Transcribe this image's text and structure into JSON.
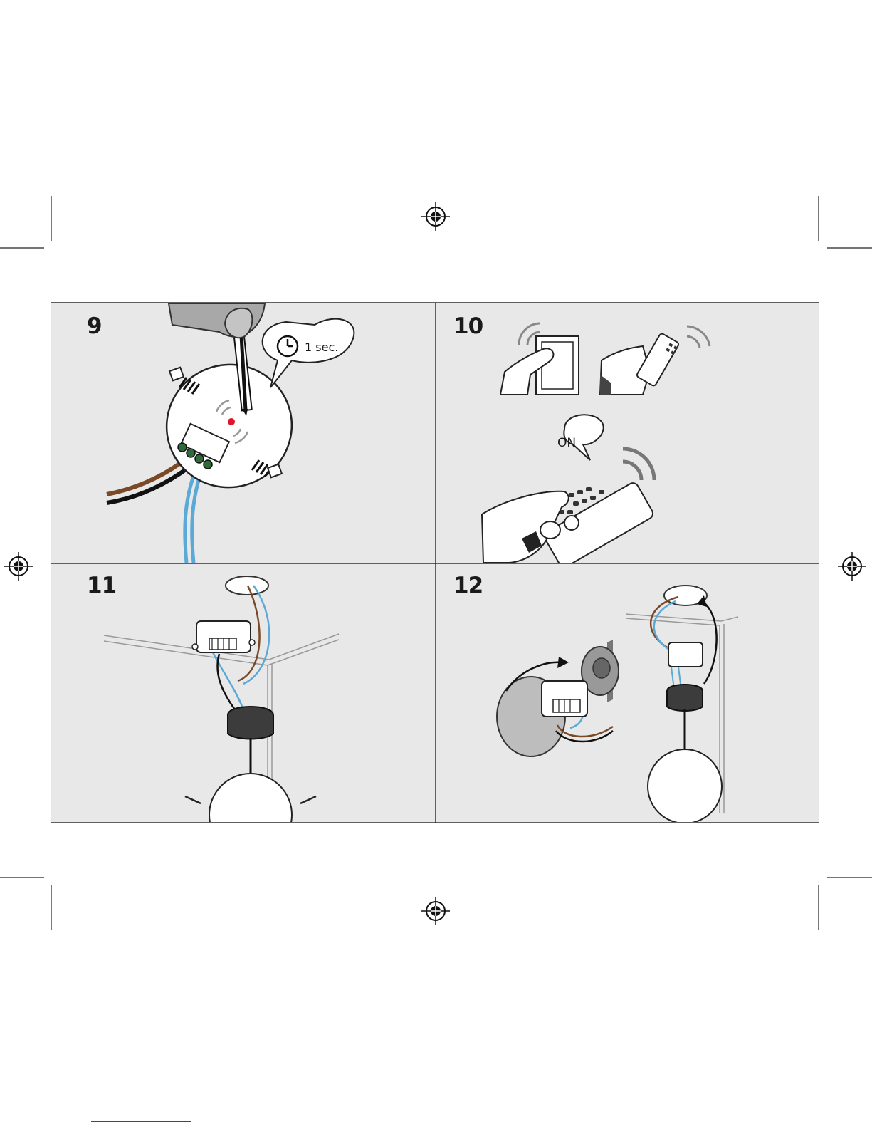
{
  "steps": [
    {
      "number": "9",
      "callout": "1 sec."
    },
    {
      "number": "10",
      "callout": "ON"
    },
    {
      "number": "11"
    },
    {
      "number": "12"
    }
  ],
  "icons": {
    "registration_marks": "crosshair-circle-icon",
    "timer": "clock-icon"
  },
  "colors": {
    "panel_bg": "#e8e8e8",
    "border": "#2b2b2b",
    "wire_brown": "#7a4a28",
    "wire_blue": "#5aa9d6",
    "led_red": "#e0152a",
    "lamp_base": "#3c3c3c"
  }
}
